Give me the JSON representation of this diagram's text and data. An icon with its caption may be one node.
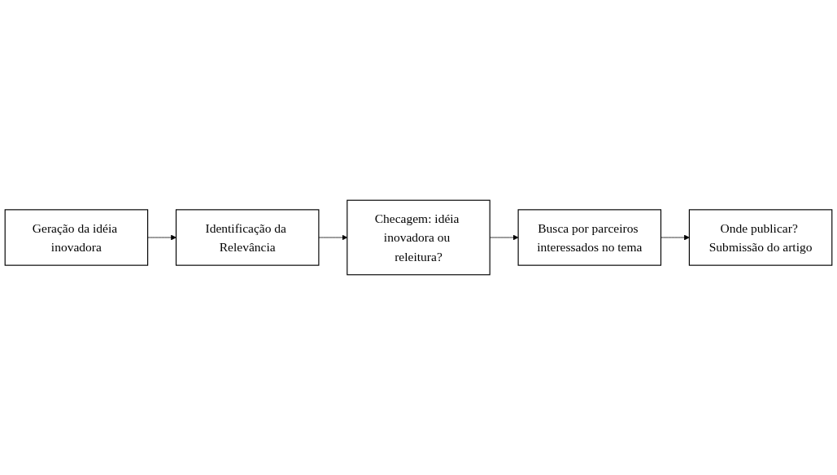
{
  "diagram": {
    "nodes": [
      {
        "text": [
          "Geração da idéia inovadora"
        ]
      },
      {
        "text": [
          "Identificação da Relevância"
        ]
      },
      {
        "text": [
          "Checagem: idéia inovadora ou releitura?"
        ]
      },
      {
        "text": [
          "Busca por parceiros interessados no tema"
        ]
      },
      {
        "text": [
          "Onde publicar? Submissão do artigo"
        ]
      }
    ],
    "edges": [
      {
        "from": 0,
        "to": 1,
        "arrow": "to"
      },
      {
        "from": 1,
        "to": 2,
        "arrow": "to"
      },
      {
        "from": 2,
        "to": 3,
        "arrow": "to"
      },
      {
        "from": 3,
        "to": 4,
        "arrow": "to"
      }
    ]
  }
}
